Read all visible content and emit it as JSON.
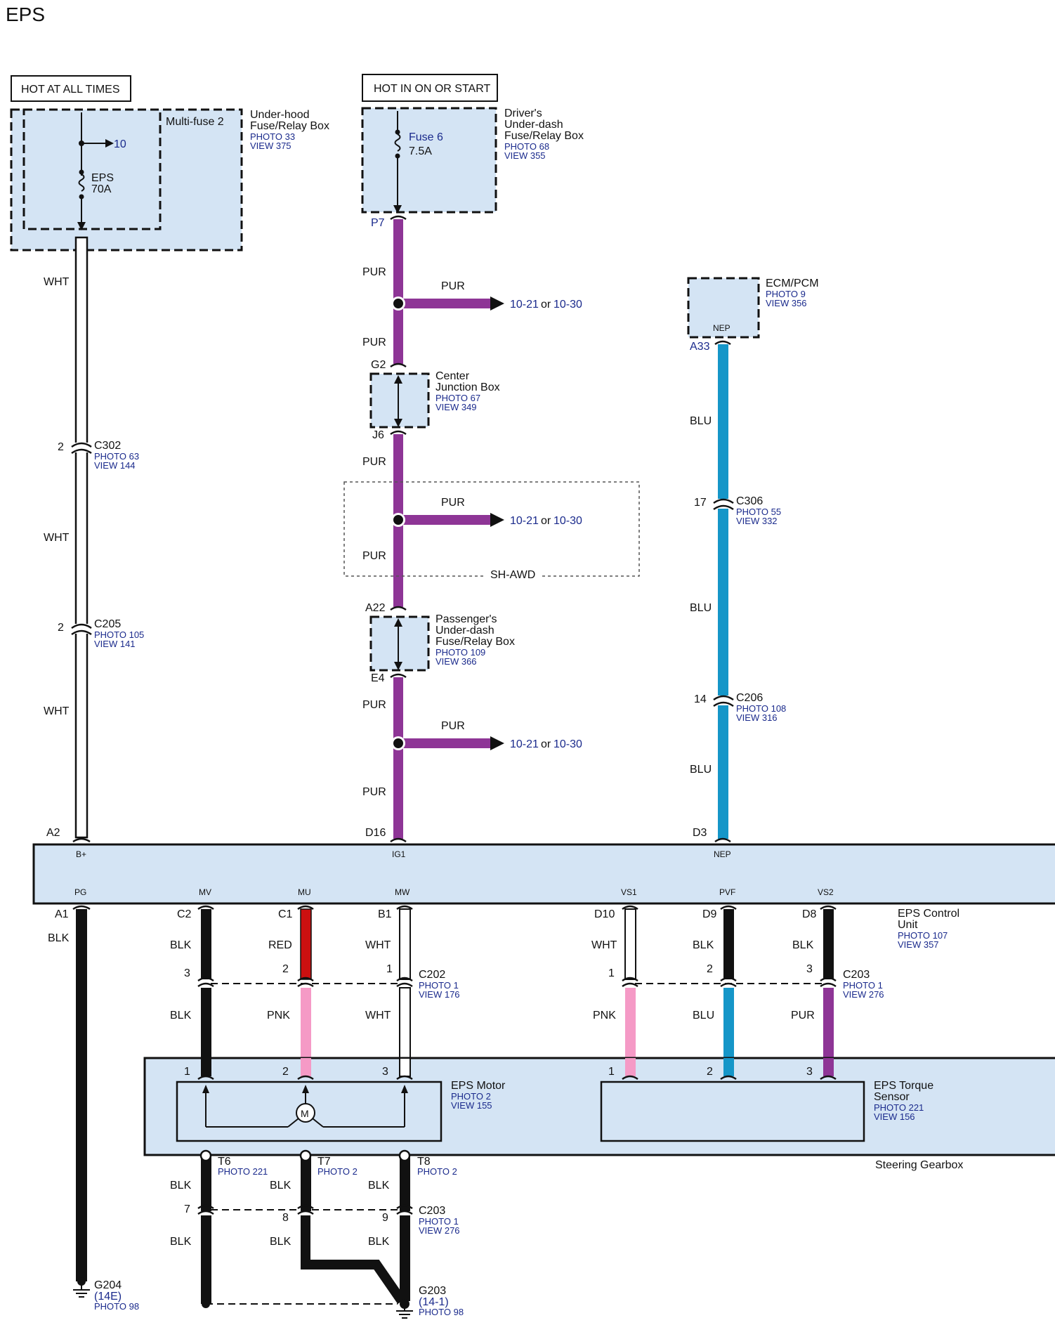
{
  "title": "EPS",
  "power": {
    "hot_at_all_times": "HOT AT ALL TIMES",
    "hot_in_on_or_start": "HOT IN ON OR START"
  },
  "underhood_box": {
    "name_l1": "Under-hood",
    "name_l2": "Fuse/Relay Box",
    "photo": "PHOTO 33",
    "view": "VIEW 375",
    "multifuse": "Multi-fuse 2",
    "arrow_ref": "10",
    "fuse_name": "EPS",
    "fuse_rating": "70A"
  },
  "driver_box": {
    "name_l1": "Driver's",
    "name_l2": "Under-dash",
    "name_l3": "Fuse/Relay Box",
    "photo": "PHOTO 68",
    "view": "VIEW 355",
    "fuse_name": "Fuse 6",
    "fuse_rating": "7.5A",
    "pin": "P7"
  },
  "center_box": {
    "name_l1": "Center",
    "name_l2": "Junction Box",
    "photo": "PHOTO 67",
    "view": "VIEW 349",
    "pin_top": "G2",
    "pin_bottom": "J6"
  },
  "passenger_box": {
    "name_l1": "Passenger's",
    "name_l2": "Under-dash",
    "name_l3": "Fuse/Relay Box",
    "photo": "PHOTO 109",
    "view": "VIEW 366",
    "pin_top": "A22",
    "pin_bottom": "E4"
  },
  "ecm": {
    "name": "ECM/PCM",
    "photo": "PHOTO 9",
    "view": "VIEW 356",
    "terminal": "NEP",
    "pin": "A33"
  },
  "splice_ref": {
    "a": "10-21",
    "or": "or",
    "b": "10-30"
  },
  "sh_awd": "SH-AWD",
  "wire_colors": {
    "wht": "WHT",
    "pur": "PUR",
    "blu": "BLU",
    "blk": "BLK",
    "red": "RED",
    "pnk": "PNK"
  },
  "colors": {
    "box_fill": "#d4e4f4",
    "pur": "#8e3596",
    "blu": "#1596c8",
    "red": "#cc1010",
    "pnk": "#f59ac6",
    "blk": "#111111",
    "wht": "#ffffff",
    "link": "#1a2a8c"
  },
  "connectors": {
    "c302": {
      "name": "C302",
      "pin": "2",
      "photo": "PHOTO 63",
      "view": "VIEW 144"
    },
    "c205": {
      "name": "C205",
      "pin": "2",
      "photo": "PHOTO 105",
      "view": "VIEW 141"
    },
    "c306": {
      "name": "C306",
      "pin": "17",
      "photo": "PHOTO 55",
      "view": "VIEW 332"
    },
    "c206": {
      "name": "C206",
      "pin": "14",
      "photo": "PHOTO 108",
      "view": "VIEW 316"
    },
    "c202": {
      "name": "C202",
      "photo": "PHOTO 1",
      "view": "VIEW 176",
      "pins": [
        "3",
        "2",
        "1"
      ]
    },
    "c203_top": {
      "name": "C203",
      "photo": "PHOTO 1",
      "view": "VIEW 276",
      "pins": [
        "1",
        "2",
        "3"
      ]
    },
    "c203_bottom": {
      "name": "C203",
      "photo": "PHOTO 1",
      "view": "VIEW 276",
      "pins": [
        "7",
        "8",
        "9"
      ]
    }
  },
  "eps_unit": {
    "name_l1": "EPS Control",
    "name_l2": "Unit",
    "photo": "PHOTO 107",
    "view": "VIEW 357",
    "top_pins": [
      "A2",
      "D16",
      "D3"
    ],
    "top_terms": [
      "B+",
      "IG1",
      "NEP"
    ],
    "bottom_terms": [
      "PG",
      "MV",
      "MU",
      "MW",
      "VS1",
      "PVF",
      "VS2"
    ],
    "bottom_pins": [
      "A1",
      "C2",
      "C1",
      "B1",
      "D10",
      "D9",
      "D8"
    ]
  },
  "motor": {
    "name": "EPS Motor",
    "photo": "PHOTO 2",
    "view": "VIEW 155",
    "symbol": "M",
    "pins": [
      "1",
      "2",
      "3"
    ]
  },
  "torque_sensor": {
    "name_l1": "EPS Torque",
    "name_l2": "Sensor",
    "photo": "PHOTO 221",
    "view": "VIEW 156",
    "pins": [
      "1",
      "2",
      "3"
    ]
  },
  "steering_gearbox": "Steering Gearbox",
  "terminals": {
    "t6": {
      "name": "T6",
      "photo": "PHOTO 221"
    },
    "t7": {
      "name": "T7",
      "photo": "PHOTO 2"
    },
    "t8": {
      "name": "T8",
      "photo": "PHOTO 2"
    }
  },
  "grounds": {
    "g204": {
      "name": "G204",
      "ref": "(14E)",
      "photo": "PHOTO 98"
    },
    "g203": {
      "name": "G203",
      "ref": "(14-1)",
      "photo": "PHOTO 98"
    }
  }
}
